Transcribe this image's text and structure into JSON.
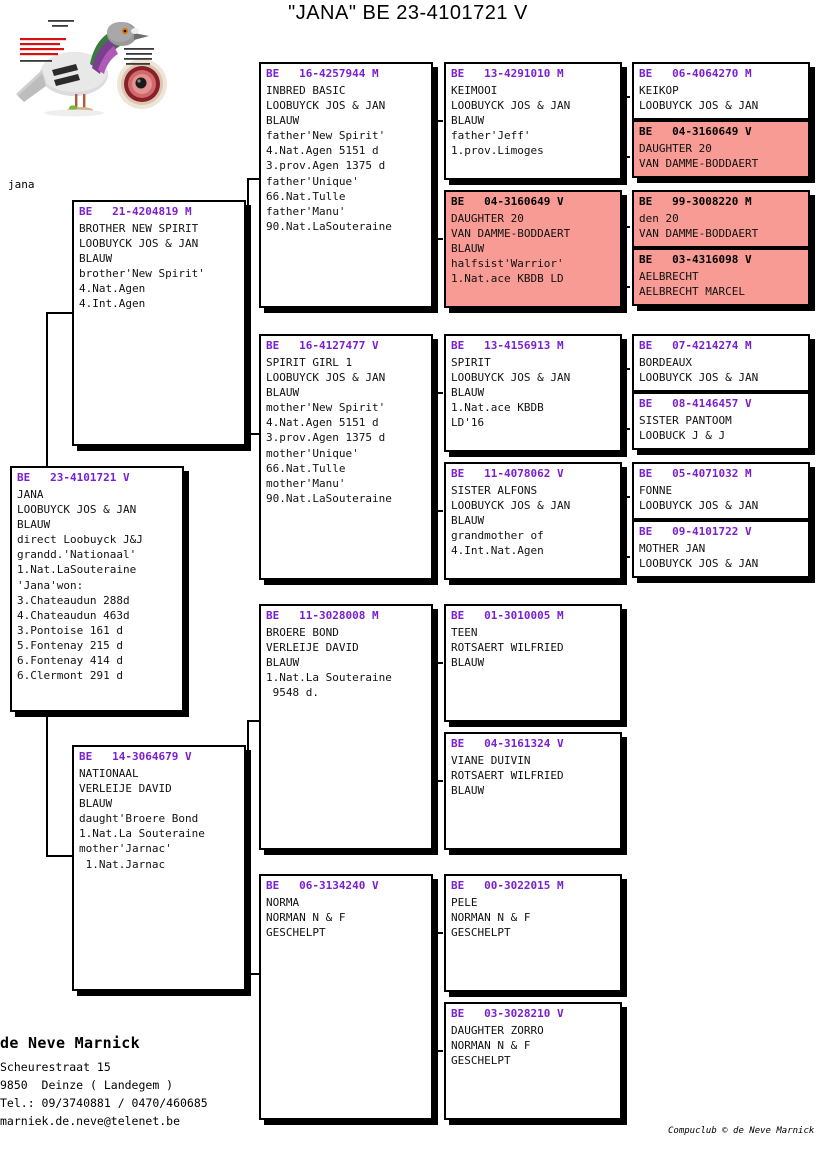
{
  "title": "\"JANA\"  BE  23-4101721 V",
  "photo_caption": "jana",
  "photo": {
    "alt_name": "pigeon-photo-with-eye-closeup"
  },
  "footer": {
    "name": "de Neve Marnick",
    "lines": "Scheurestraat 15\n9850  Deinze ( Landegem )\nTel.: 09/3740881 / 0470/460685\nmarniek.de.neve@telenet.be",
    "copyright": "Compuclub © de Neve Marnick"
  },
  "colors": {
    "header_purple": "#7a1fd0",
    "pink_bg": "#f79b94",
    "box_border": "#000000"
  },
  "pedigree": {
    "subject": {
      "ring": "BE   23-4101721 V",
      "text": "JANA\nLOOBUYCK JOS & JAN\nBLAUW\ndirect Loobuyck J&J\ngrandd.'Nationaal'\n1.Nat.LaSouteraine\n'Jana'won:\n3.Chateaudun 288d\n4.Chateaudun 463d\n3.Pontoise 161 d\n5.Fontenay 215 d\n6.Fontenay 414 d\n6.Clermont 291 d",
      "pink": false
    },
    "gen2": [
      {
        "ring": "BE   21-4204819 M",
        "text": "BROTHER NEW SPIRIT\nLOOBUYCK JOS & JAN\nBLAUW\nbrother'New Spirit'\n4.Nat.Agen\n4.Int.Agen",
        "pink": false
      },
      {
        "ring": "BE   14-3064679 V",
        "text": "NATIONAAL\nVERLEIJE DAVID\nBLAUW\ndaught'Broere Bond\n1.Nat.La Souteraine\nmother'Jarnac'\n 1.Nat.Jarnac",
        "pink": false
      }
    ],
    "gen3": [
      {
        "ring": "BE   16-4257944 M",
        "text": "INBRED BASIC\nLOOBUYCK JOS & JAN\nBLAUW\nfather'New Spirit'\n4.Nat.Agen 5151 d\n3.prov.Agen 1375 d\nfather'Unique'\n66.Nat.Tulle\nfather'Manu'\n90.Nat.LaSouteraine",
        "pink": false
      },
      {
        "ring": "BE   16-4127477 V",
        "text": "SPIRIT GIRL 1\nLOOBUYCK JOS & JAN\nBLAUW\nmother'New Spirit'\n4.Nat.Agen 5151 d\n3.prov.Agen 1375 d\nmother'Unique'\n66.Nat.Tulle\nmother'Manu'\n90.Nat.LaSouteraine",
        "pink": false
      },
      {
        "ring": "BE   11-3028008 M",
        "text": "BROERE BOND\nVERLEIJE DAVID\nBLAUW\n1.Nat.La Souteraine\n 9548 d.",
        "pink": false
      },
      {
        "ring": "BE   06-3134240 V",
        "text": "NORMA\nNORMAN N & F\nGESCHELPT",
        "pink": false
      }
    ],
    "gen4": [
      {
        "ring": "BE   13-4291010 M",
        "text": "KEIMOOI\nLOOBUYCK JOS & JAN\nBLAUW\nfather'Jeff'\n1.prov.Limoges",
        "pink": false
      },
      {
        "ring": "BE   04-3160649 V",
        "text": "DAUGHTER 20\nVAN DAMME-BODDAERT\nBLAUW\nhalfsist'Warrior'\n1.Nat.ace KBDB LD",
        "pink": true
      },
      {
        "ring": "BE   13-4156913 M",
        "text": "SPIRIT\nLOOBUYCK JOS & JAN\nBLAUW\n1.Nat.ace KBDB\nLD'16",
        "pink": false
      },
      {
        "ring": "BE   11-4078062 V",
        "text": "SISTER ALFONS\nLOOBUYCK JOS & JAN\nBLAUW\ngrandmother of\n4.Int.Nat.Agen",
        "pink": false
      },
      {
        "ring": "BE   01-3010005 M",
        "text": "TEEN\nROTSAERT WILFRIED\nBLAUW",
        "pink": false
      },
      {
        "ring": "BE   04-3161324 V",
        "text": "VIANE DUIVIN\nROTSAERT WILFRIED\nBLAUW",
        "pink": false
      },
      {
        "ring": "BE   00-3022015 M",
        "text": "PELE\nNORMAN N & F\nGESCHELPT",
        "pink": false
      },
      {
        "ring": "BE   03-3028210 V",
        "text": "DAUGHTER ZORRO\nNORMAN N & F\nGESCHELPT",
        "pink": false
      }
    ],
    "gen5": [
      {
        "ring": "BE   06-4064270 M",
        "text": "KEIKOP\nLOOBUYCK JOS & JAN",
        "pink": false
      },
      {
        "ring": "BE   04-3160649 V",
        "text": "DAUGHTER 20\nVAN DAMME-BODDAERT",
        "pink": true
      },
      {
        "ring": "BE   99-3008220 M",
        "text": "den 20\nVAN DAMME-BODDAERT",
        "pink": true
      },
      {
        "ring": "BE   03-4316098 V",
        "text": "AELBRECHT\nAELBRECHT MARCEL",
        "pink": true
      },
      {
        "ring": "BE   07-4214274 M",
        "text": "BORDEAUX\nLOOBUYCK JOS & JAN",
        "pink": false
      },
      {
        "ring": "BE   08-4146457 V",
        "text": "SISTER PANTOOM\nLOOBUCK J & J",
        "pink": false
      },
      {
        "ring": "BE   05-4071032 M",
        "text": "FONNE\nLOOBUYCK JOS & JAN",
        "pink": false
      },
      {
        "ring": "BE   09-4101722 V",
        "text": "MOTHER JAN\nLOOBUYCK JOS & JAN",
        "pink": false
      }
    ]
  }
}
